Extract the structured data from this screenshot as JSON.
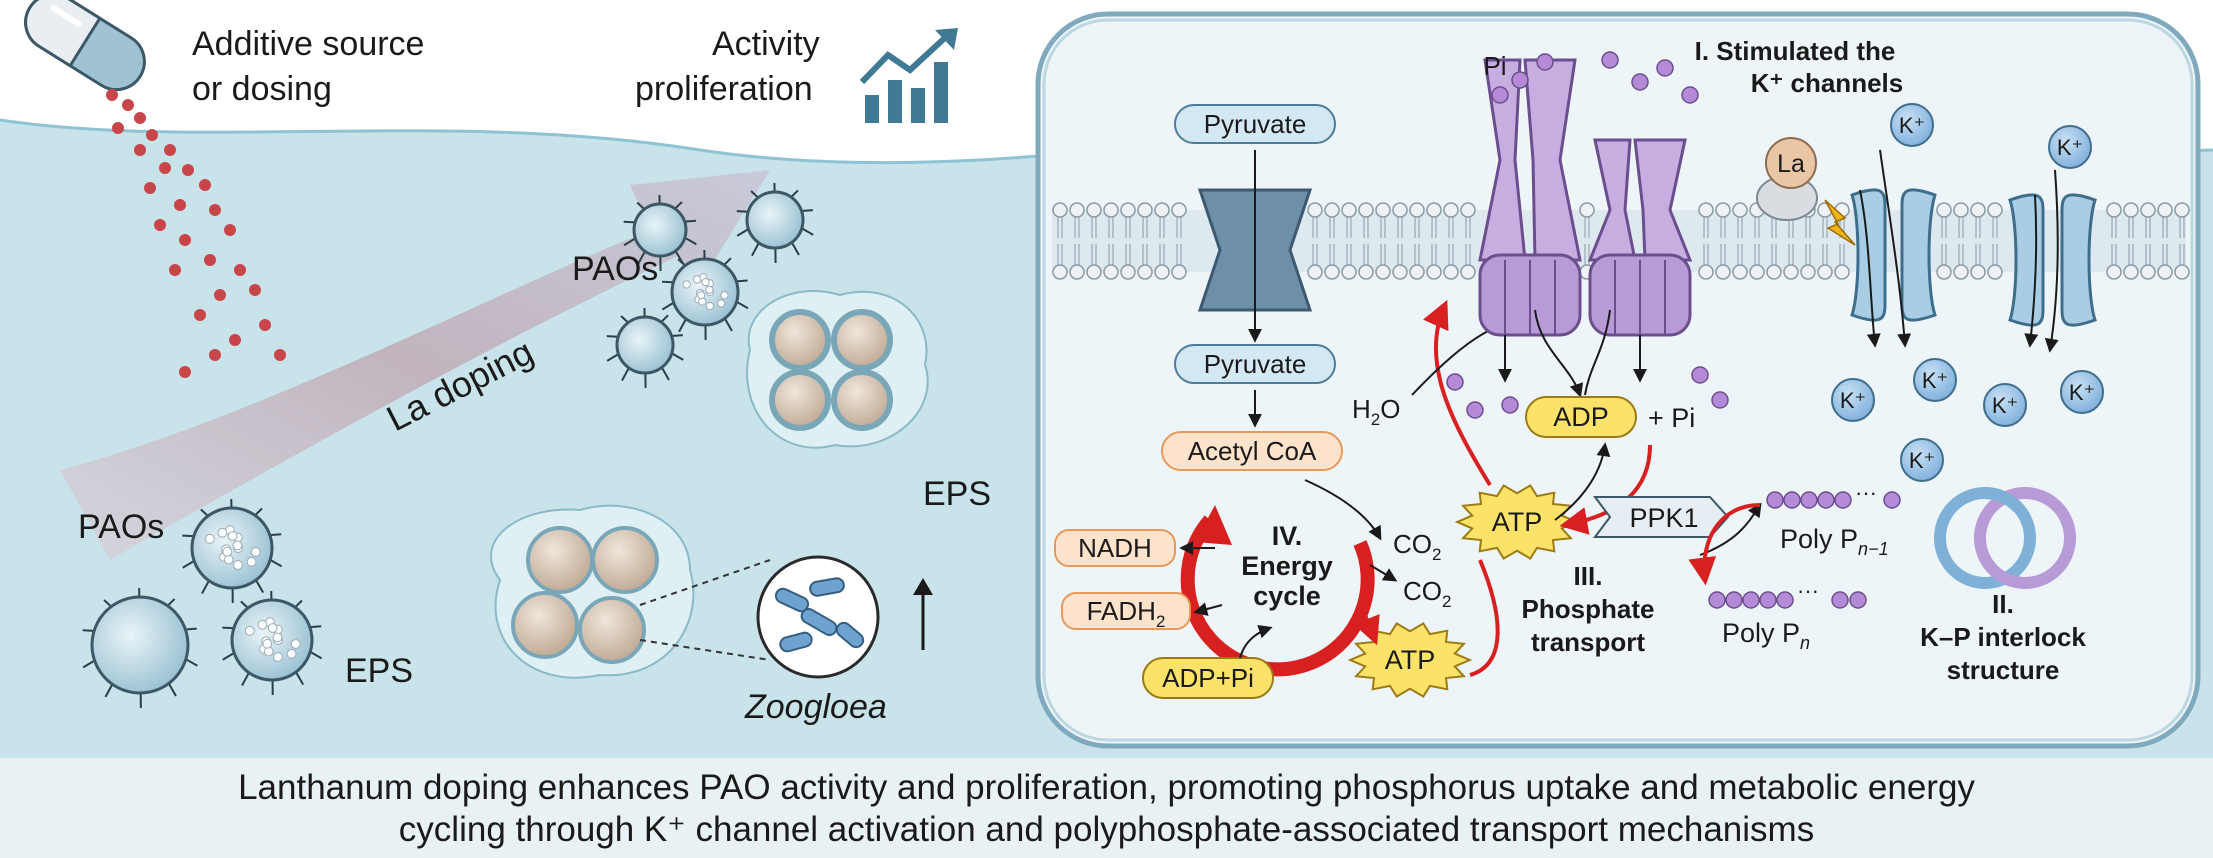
{
  "left": {
    "additive_line1": "Additive source",
    "additive_line2": "or dosing",
    "activity_line1": "Activity",
    "activity_line2": "proliferation",
    "la_doping": "La doping",
    "paos_top": "PAOs",
    "paos_left": "PAOs",
    "eps_bottom": "EPS",
    "eps_right": "EPS",
    "zoogloea": "Zoogloea",
    "up_arrow_icon": "up-arrow-icon",
    "chart_icon": "growth-chart-icon",
    "capsule_icon": "capsule-icon"
  },
  "cell": {
    "pyruvate_top": "Pyruvate",
    "pyruvate_mid": "Pyruvate",
    "acetyl": "Acetyl CoA",
    "nadh": "NADH",
    "fadh": "FADH",
    "fadh_sub": "2",
    "adppi_cycle": "ADP+Pi",
    "cycle_num": "IV.",
    "cycle_l1": "Energy",
    "cycle_l2": "cycle",
    "co2": "CO",
    "co2_sub": "2",
    "atp": "ATP",
    "adp": "ADP",
    "plus_pi": "+ Pi",
    "pi_top": "Pi",
    "h2o": "H",
    "h2o_sub": "2",
    "h2o_o": "O",
    "ppk1": "PPK1",
    "polyp_n1": "Poly P",
    "polyp_n1_sub": "n−1",
    "polyp_n": "Poly P",
    "polyp_n_sub": "n",
    "sec1_l1": "I. Stimulated the",
    "sec1_l2": "K⁺ channels",
    "sec2_l1": "II.",
    "sec2_l2": "K–P interlock",
    "sec2_l3": "structure",
    "sec3_l1": "III.",
    "sec3_l2": "Phosphate",
    "sec3_l3": "transport",
    "la": "La",
    "kplus": "K⁺",
    "ellipsis": "···"
  },
  "caption": {
    "line1": "Lanthanum doping enhances PAO activity and proliferation, promoting phosphorus uptake and metabolic energy",
    "line2": "cycling through K⁺ channel activation and polyphosphate-associated transport mechanisms"
  },
  "colors": {
    "water": "#c9e3ea",
    "water_top": "#a9d3df",
    "cell_fill": "#eef5f9",
    "cell_border": "#7fa9bd",
    "cycle_red": "#d92020",
    "atp_yellow": "#fbe36a",
    "orange_box": "#fde3cc",
    "channel_blue": "#a8cde4",
    "purple": "#b89ad6",
    "phosphate": "#9b6fbf",
    "red_dot": "#c8464a"
  }
}
